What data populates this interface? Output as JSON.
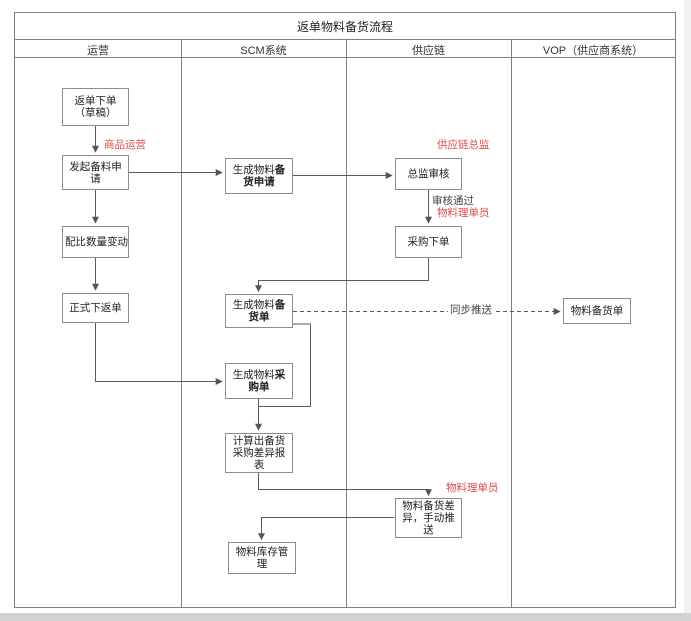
{
  "title": "返单物料备货流程",
  "lanes": [
    {
      "label": "运营"
    },
    {
      "label": "SCM系统"
    },
    {
      "label": "供应链"
    },
    {
      "label": "VOP（供应商系统）"
    }
  ],
  "nodes": {
    "draft_order": {
      "line1": "返单下单",
      "line2": "（草稿）"
    },
    "apply_material": {
      "text": "发起备料申请"
    },
    "ratio_change": {
      "text": "配比数量变动"
    },
    "formal_order": {
      "text": "正式下返单"
    },
    "scm_apply": {
      "text": "生成物料",
      "bold": "备货申请"
    },
    "director_review": {
      "text": "总监审核"
    },
    "purchase_order": {
      "text": "采购下单"
    },
    "scm_stock_order": {
      "text": "生成物料",
      "bold": "备货单"
    },
    "vop_stock_order": {
      "text": "物料备货单"
    },
    "scm_purchase_order": {
      "text": "生成物料",
      "bold": "采购单"
    },
    "diff_report": {
      "text": "计算出备货采购差异报表"
    },
    "manual_push": {
      "text": "物料备货差异，手动推送"
    },
    "inventory_mgmt": {
      "text": "物料库存管理"
    }
  },
  "annotations": {
    "product_ops": "商品运营",
    "scm_director": "供应链总监",
    "review_passed": "审核通过",
    "material_clerk1": "物料理单员",
    "sync_push": "同步推送",
    "material_clerk2": "物料理单员"
  },
  "colors": {
    "annotation_red": "#e04b4b",
    "line_gray": "#5b5b5b",
    "border_gray": "#8c8c8c"
  }
}
